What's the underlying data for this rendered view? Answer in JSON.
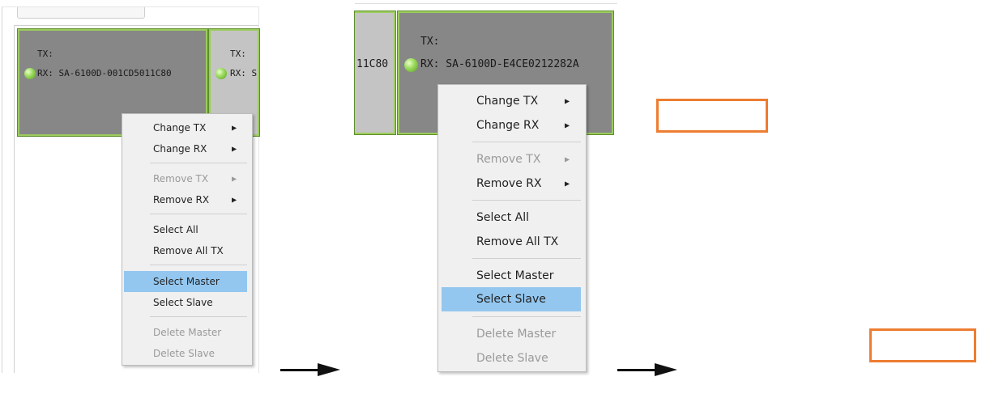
{
  "left_panel": {
    "card1": {
      "tx": "TX:",
      "rx": "RX: SA-6100D-001CD5011C80"
    },
    "card2": {
      "tx": "TX:",
      "rx": "RX: S"
    },
    "menu": {
      "change_tx": "Change TX",
      "change_rx": "Change RX",
      "remove_tx": "Remove TX",
      "remove_rx": "Remove RX",
      "select_all": "Select All",
      "remove_all_tx": "Remove All TX",
      "select_master": "Select Master",
      "select_slave": "Select Slave",
      "delete_master": "Delete Master",
      "delete_slave": "Delete Slave",
      "submenu_arrow": "▶"
    }
  },
  "middle_panel": {
    "card_partial": {
      "rx": "11C80"
    },
    "card_main": {
      "tx": "TX:",
      "rx": "RX: SA-6100D-E4CE0212282A"
    },
    "menu": {
      "change_tx": "Change TX",
      "change_rx": "Change RX",
      "remove_tx": "Remove TX",
      "remove_rx": "Remove RX",
      "select_all": "Select All",
      "remove_all_tx": "Remove All TX",
      "select_master": "Select Master",
      "select_slave": "Select Slave",
      "delete_master": "Delete Master",
      "delete_slave": "Delete Slave",
      "submenu_arrow": "▶"
    }
  },
  "colors": {
    "highlight": "#93c7f0",
    "device_border": "#9ccc5e",
    "orange_box": "#ed7d31"
  },
  "icons": [
    "status-dot-icon",
    "submenu-arrow-icon",
    "right-arrow-icon"
  ]
}
